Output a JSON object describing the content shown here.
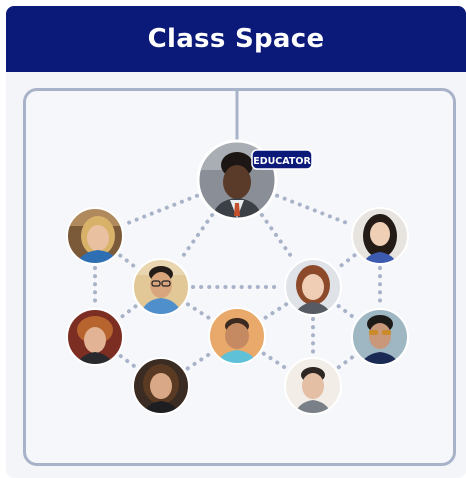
{
  "header": {
    "title": "Class Space"
  },
  "educator_badge": "EDUCATOR",
  "colors": {
    "header_bg": "#0b1a78",
    "frame_border": "#a8b3c9",
    "connector_dots": "#a8b3c9",
    "badge_bg": "#0b1a78"
  },
  "nodes": [
    {
      "id": "educator",
      "role": "educator"
    },
    {
      "id": "student-1",
      "role": "student"
    },
    {
      "id": "student-2",
      "role": "student"
    },
    {
      "id": "student-3",
      "role": "student"
    },
    {
      "id": "student-4",
      "role": "student"
    },
    {
      "id": "student-5",
      "role": "student"
    },
    {
      "id": "student-6",
      "role": "student"
    },
    {
      "id": "student-7",
      "role": "student"
    },
    {
      "id": "student-8",
      "role": "student"
    },
    {
      "id": "student-9",
      "role": "student"
    }
  ],
  "edges": [
    [
      "educator",
      "student-1"
    ],
    [
      "educator",
      "student-2"
    ],
    [
      "educator",
      "student-3"
    ],
    [
      "educator",
      "student-4"
    ],
    [
      "student-1",
      "student-3"
    ],
    [
      "student-1",
      "student-5"
    ],
    [
      "student-2",
      "student-4"
    ],
    [
      "student-2",
      "student-7"
    ],
    [
      "student-3",
      "student-4"
    ],
    [
      "student-3",
      "student-5"
    ],
    [
      "student-3",
      "student-6"
    ],
    [
      "student-4",
      "student-6"
    ],
    [
      "student-4",
      "student-7"
    ],
    [
      "student-4",
      "student-8"
    ],
    [
      "student-5",
      "student-9"
    ],
    [
      "student-9",
      "student-6"
    ],
    [
      "student-6",
      "student-8"
    ],
    [
      "student-8",
      "student-7"
    ]
  ]
}
